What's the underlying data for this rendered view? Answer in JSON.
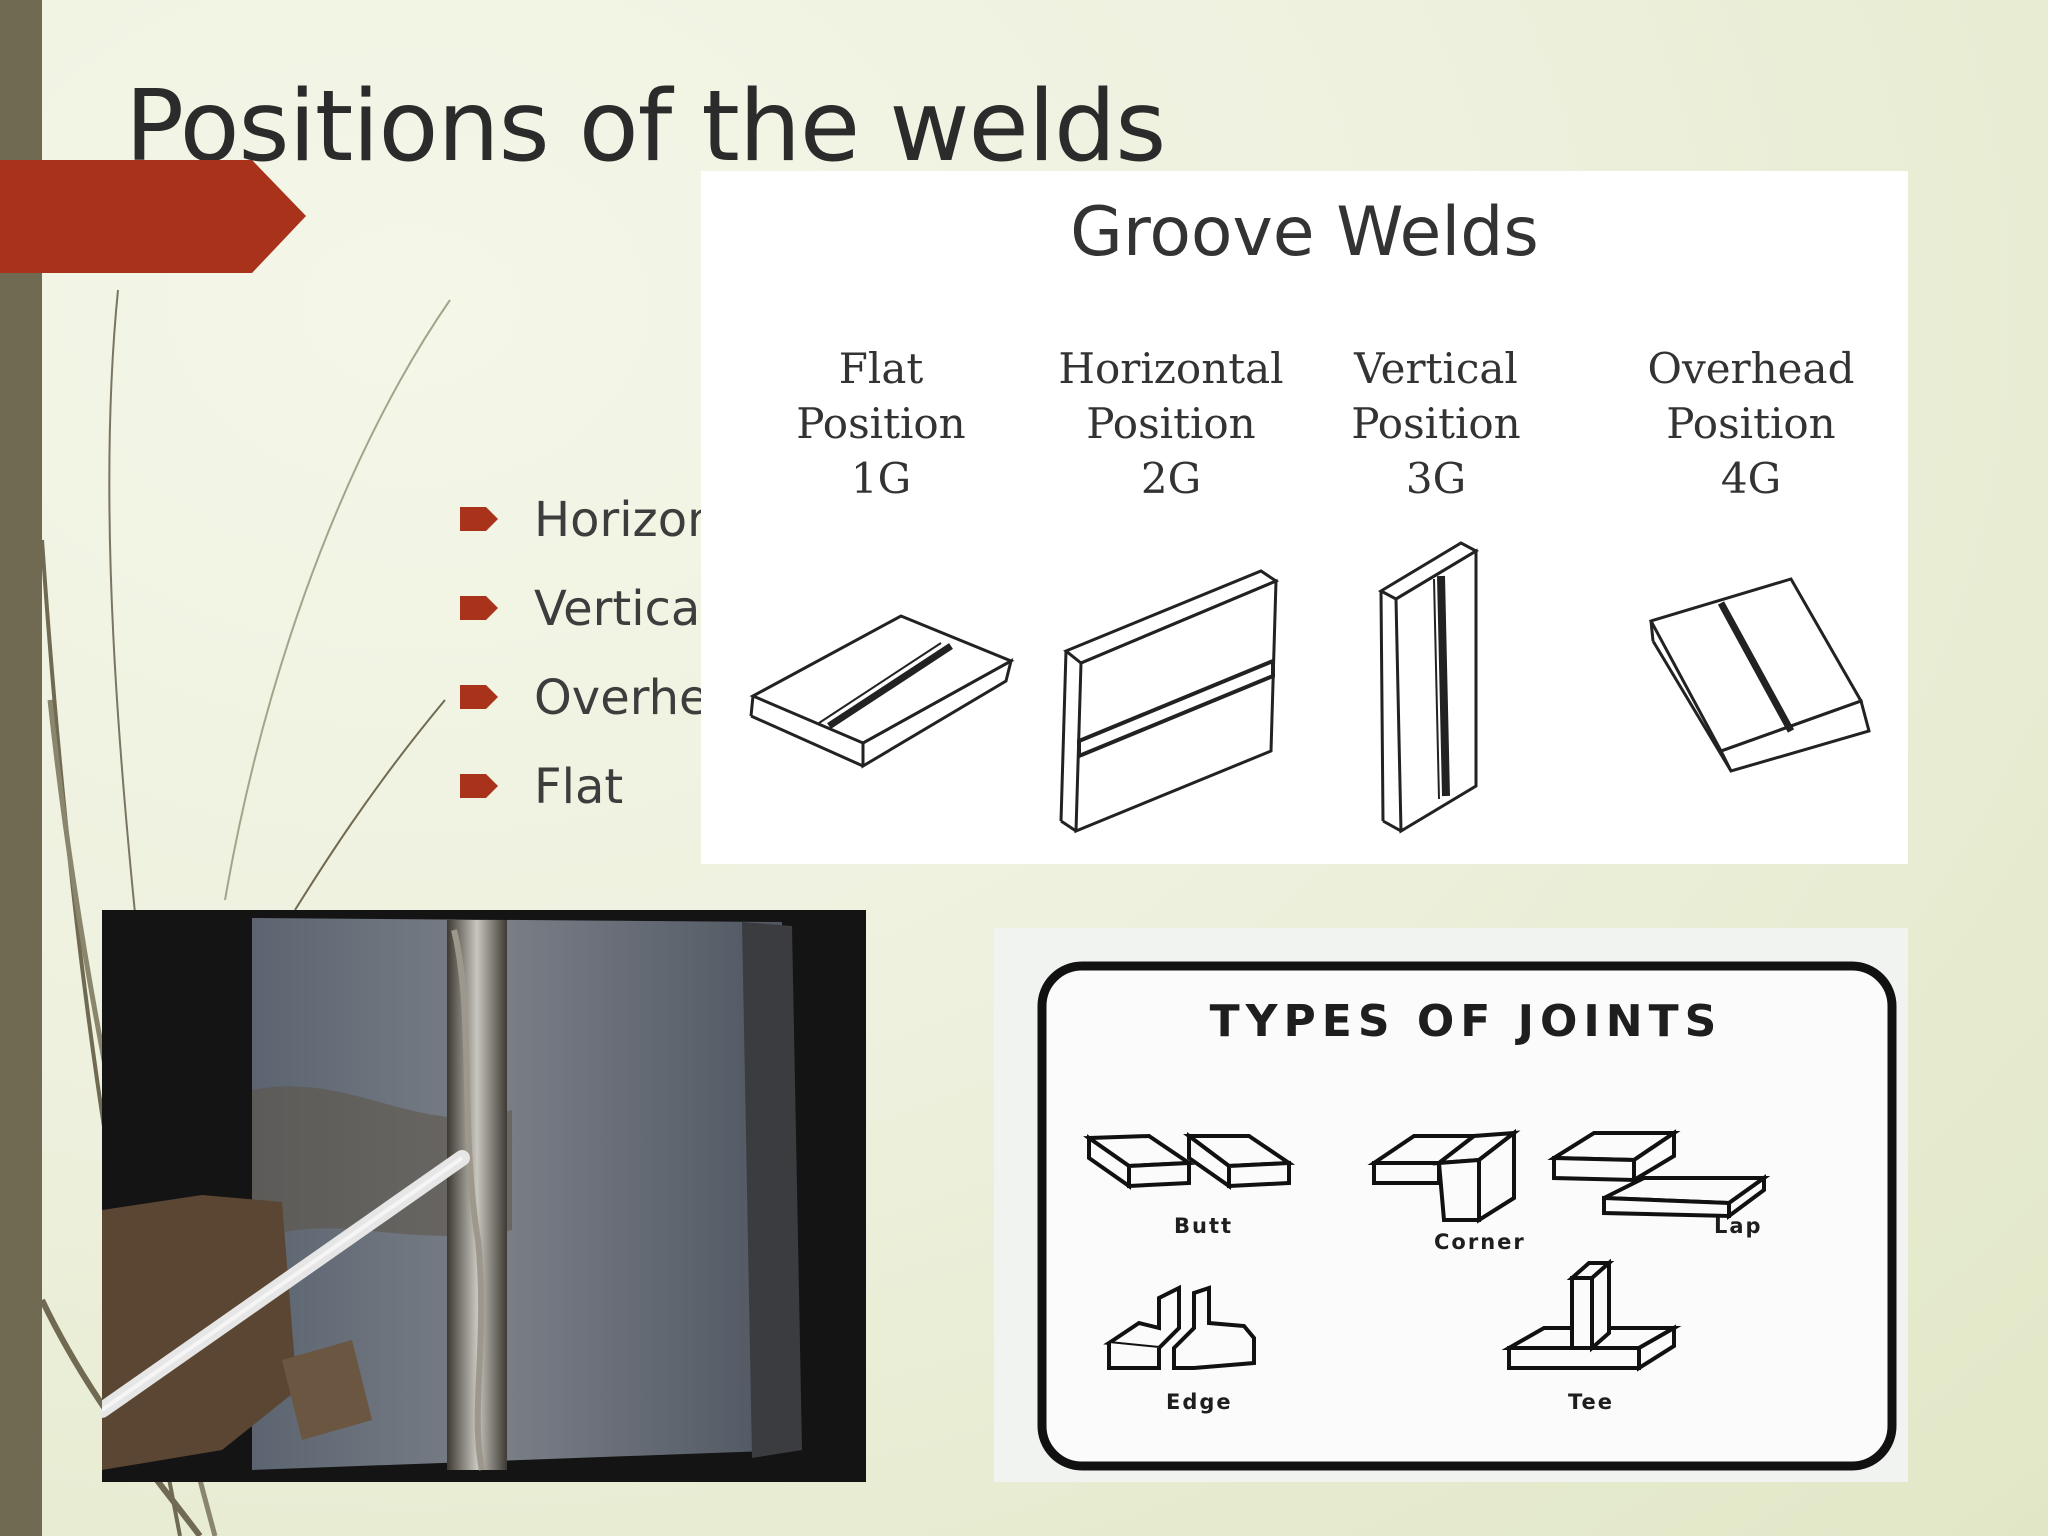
{
  "slide": {
    "title": "Positions of the welds",
    "bullets": [
      "Horizontal",
      "Vertical",
      "Overhead",
      "Flat"
    ],
    "accent_color": "#a8321a",
    "sidebar_color": "#6f6a51"
  },
  "groove_figure": {
    "title": "Groove Welds",
    "positions": [
      {
        "line1": "Flat",
        "line2": "Position",
        "code": "1G"
      },
      {
        "line1": "Horizontal",
        "line2": "Position",
        "code": "2G"
      },
      {
        "line1": "Vertical",
        "line2": "Position",
        "code": "3G"
      },
      {
        "line1": "Overhead",
        "line2": "Position",
        "code": "4G"
      }
    ]
  },
  "photo": {
    "subject": "vertical-weld-bead-on-steel-plate"
  },
  "joints_figure": {
    "title": "TYPES OF JOINTS",
    "labels": {
      "butt": "Butt",
      "corner": "Corner",
      "lap": "Lap",
      "edge": "Edge",
      "tee": "Tee"
    }
  }
}
